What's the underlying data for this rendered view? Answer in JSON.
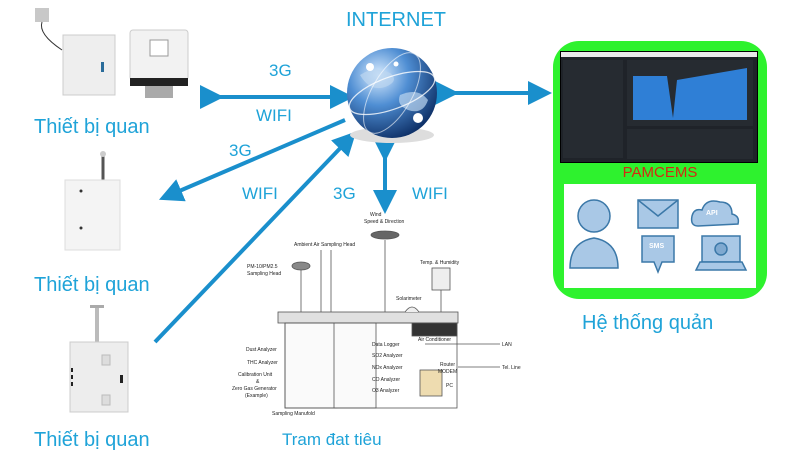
{
  "title": "INTERNET",
  "connections": {
    "top_left_3g": "3G",
    "top_left_wifi": "WIFI",
    "mid_left_3g": "3G",
    "mid_left_wifi": "WIFI",
    "bottom_3g": "3G",
    "bottom_wifi": "WIFI"
  },
  "devices": [
    {
      "label": "Thiết bị quan"
    },
    {
      "label": "Thiết bị quan"
    },
    {
      "label": "Thiết bị quan"
    }
  ],
  "station": {
    "label": "Tram đat tiêu",
    "parts": {
      "wind": "Wind",
      "wind2": "Speed & Direction",
      "ambient": "Ambient Air Sampling Head",
      "pm": "PM-10/PM2.5",
      "pm2": "Sampling Head",
      "temp": "Temp. & Humidity",
      "solar": "Solarimeter",
      "aircon": "Air Conditioner",
      "dust": "Dust Analyzer",
      "thc": "THC Analyzer",
      "calib1": "Calibration Unit",
      "calib2": "&",
      "calib3": "Zero Gas Generator",
      "calib4": "(Example)",
      "manifold": "Sampling Manufold",
      "logger": "Data Logger",
      "so2": "SO2 Analyzer",
      "nox": "NOx Analyzer",
      "co": "CO Analyzer",
      "o3": "O3 Analyzer",
      "router": "Router",
      "modem": "MODEM",
      "pc": "PC",
      "lan": "LAN",
      "tel": "Tel. Line"
    }
  },
  "management": {
    "app_name": "PAMCEMS",
    "label": "Hệ thống quản",
    "icons": [
      "user",
      "email",
      "api-cloud",
      "sms",
      "web-laptop"
    ],
    "api_text": "API",
    "sms_text": "SMS"
  },
  "colors": {
    "accent": "#1fa3d8",
    "arrow": "#1a8fcc",
    "green": "#2ef22e",
    "pamcems": "#d42a12"
  }
}
